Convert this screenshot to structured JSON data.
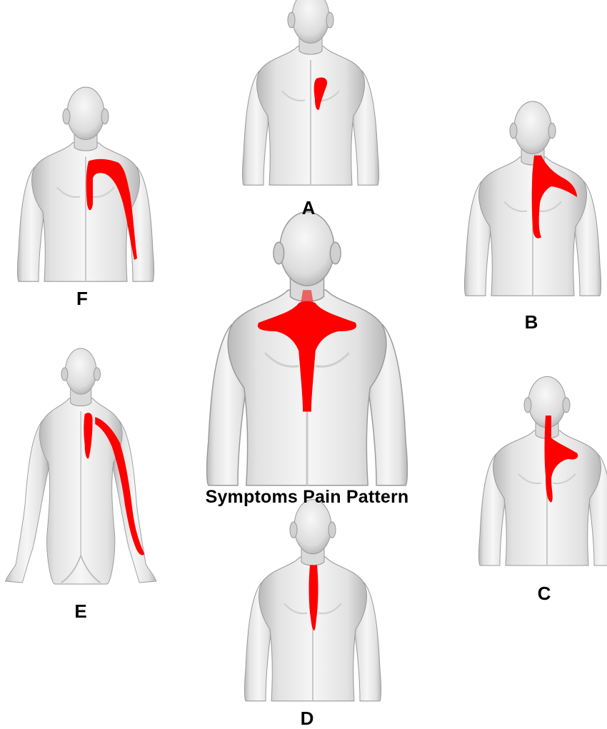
{
  "caption": "Symptoms Pain Pattern",
  "panel_labels": {
    "a": "A",
    "b": "B",
    "c": "C",
    "d": "D",
    "e": "E",
    "f": "F"
  },
  "colors": {
    "background": "#ffffff",
    "body_light": "#f4f4f4",
    "body_mid": "#d9d9d9",
    "body_shadow": "#a9a9a9",
    "pain": "#ff0000"
  }
}
